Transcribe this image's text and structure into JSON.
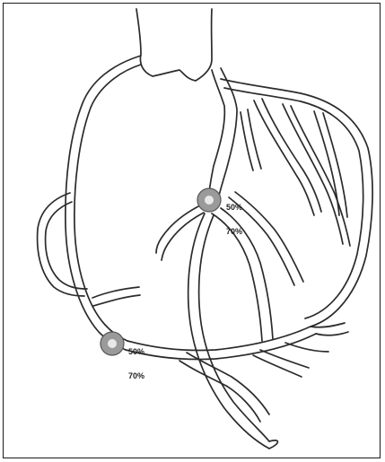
{
  "diagram": {
    "lesions": [
      {
        "id": "upper",
        "line1": "50%",
        "line2": "70%"
      },
      {
        "id": "lower",
        "line1": "50%",
        "line2": "70%"
      }
    ]
  }
}
